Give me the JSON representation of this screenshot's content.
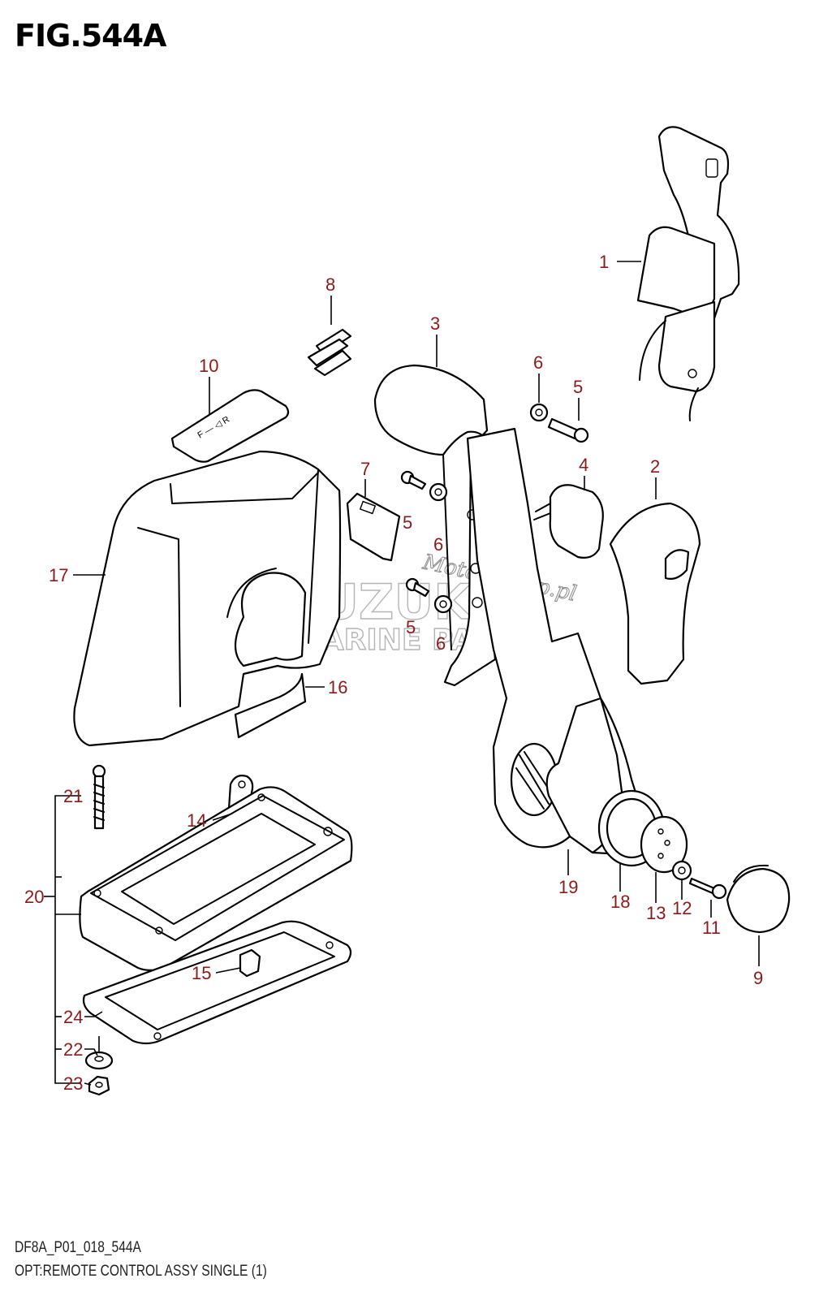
{
  "figure": {
    "title": "FIG.544A",
    "caption_code": "DF8A_P01_018_544A",
    "caption_desc": "OPT:REMOTE CONTROL ASSY SINGLE (1)"
  },
  "watermark": {
    "brand": "SUZUKI",
    "subtitle": "MARINE PARTS",
    "script": "Motorgroup.pl"
  },
  "callouts": [
    "1",
    "2",
    "3",
    "4",
    "5",
    "6",
    "7",
    "8",
    "9",
    "10",
    "11",
    "12",
    "13",
    "14",
    "15",
    "16",
    "17",
    "18",
    "19",
    "20",
    "21",
    "22",
    "23",
    "24"
  ],
  "colors": {
    "callout": "#8b1a1a",
    "line": "#000000",
    "watermark": "#b5b5b5"
  }
}
